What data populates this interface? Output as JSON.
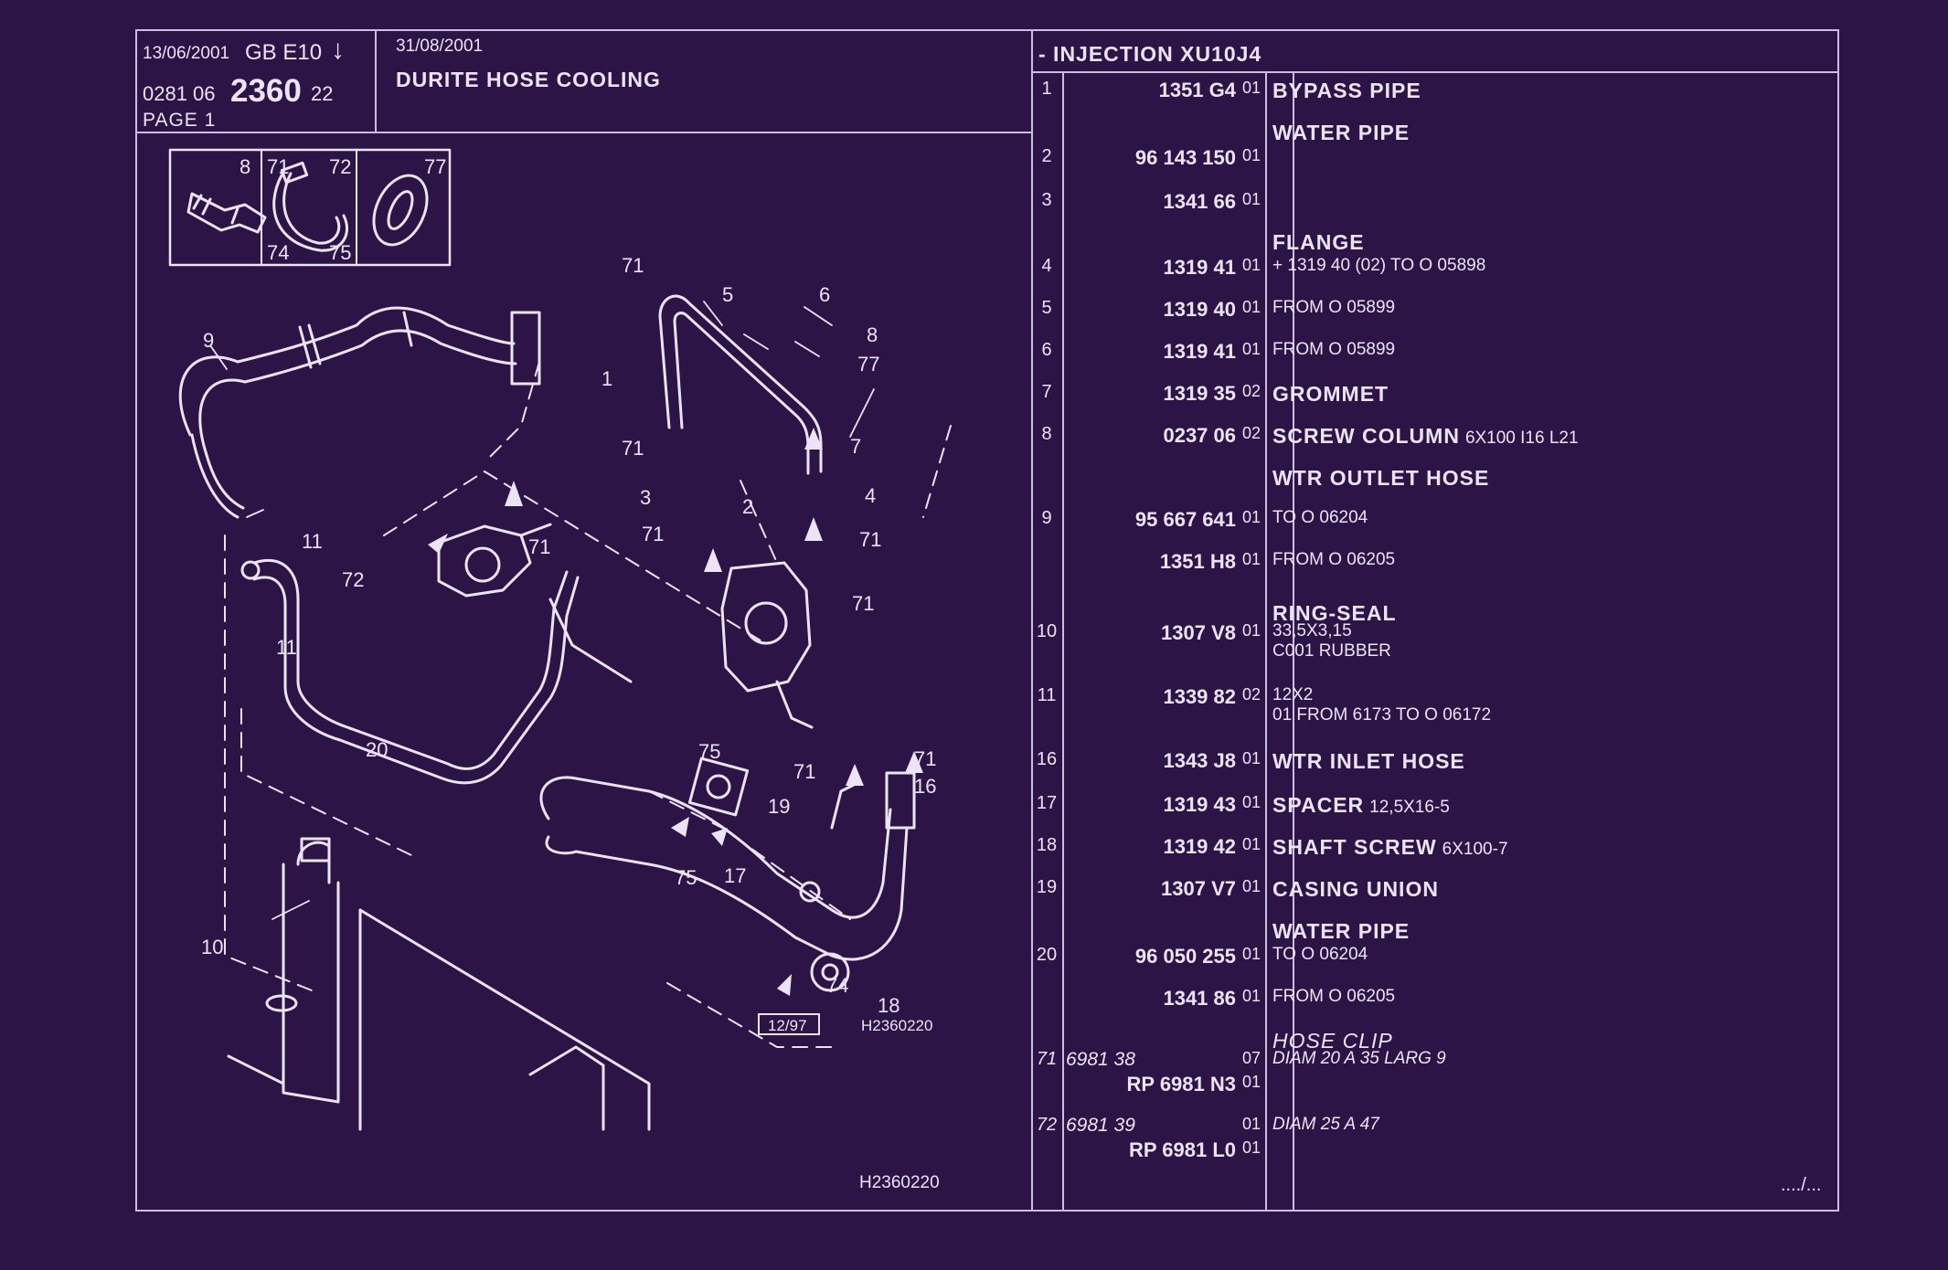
{
  "header": {
    "date": "13/06/2001",
    "market": "GB  E10",
    "arrow": "↓",
    "ref_prefix": "0281  06",
    "ref_main": "2360",
    "ref_suffix": "22",
    "page": "PAGE 1",
    "edition_date": "31/08/2001",
    "title": "DURITE HOSE COOLING",
    "section": "- INJECTION XU10J4"
  },
  "diagram": {
    "inset_labels": [
      "8",
      "71",
      "72",
      "74",
      "75",
      "77"
    ],
    "callouts": [
      "1",
      "2",
      "3",
      "4",
      "5",
      "6",
      "7",
      "8",
      "9",
      "10",
      "11",
      "11",
      "16",
      "17",
      "18",
      "19",
      "20",
      "71",
      "71",
      "71",
      "71",
      "71",
      "71",
      "71",
      "71",
      "72",
      "74",
      "75",
      "75",
      "77"
    ],
    "revision": "12/97",
    "drawing_code": "H2360220"
  },
  "parts": [
    {
      "line": "1",
      "ref": "1351 G4",
      "qty": "01",
      "desc": "BYPASS PIPE"
    },
    {
      "line": "",
      "ref": "",
      "qty": "",
      "desc": "WATER PIPE"
    },
    {
      "line": "2",
      "ref": "96 143 150",
      "qty": "01"
    },
    {
      "line": "3",
      "ref": "1341 66",
      "qty": "01"
    },
    {
      "line": "",
      "ref": "",
      "qty": "",
      "desc": "FLANGE"
    },
    {
      "line": "4",
      "ref": "1319 41",
      "qty": "01",
      "note": "+ 1319 40 (02) TO O 05898"
    },
    {
      "line": "5",
      "ref": "1319 40",
      "qty": "01",
      "note": "FROM O 05899"
    },
    {
      "line": "6",
      "ref": "1319 41",
      "qty": "01",
      "note": "FROM O 05899"
    },
    {
      "line": "7",
      "ref": "1319 35",
      "qty": "02",
      "desc": "GROMMET"
    },
    {
      "line": "8",
      "ref": "0237 06",
      "qty": "02",
      "desc": "SCREW COLUMN",
      "spec": "6X100 I16 L21"
    },
    {
      "line": "",
      "ref": "",
      "qty": "",
      "desc": "WTR OUTLET HOSE"
    },
    {
      "line": "9",
      "ref": "95 667 641",
      "qty": "01",
      "note": "TO O 06204"
    },
    {
      "line": "",
      "ref": "1351 H8",
      "qty": "01",
      "note": "FROM O 06205"
    },
    {
      "line": "",
      "ref": "",
      "qty": "",
      "desc": "RING-SEAL"
    },
    {
      "line": "10",
      "ref": "1307 V8",
      "qty": "01",
      "note": "33,5X3,15"
    },
    {
      "line": "",
      "ref": "",
      "qty": "",
      "note": "C001 RUBBER"
    },
    {
      "line": "11",
      "ref": "1339 82",
      "qty": "02",
      "note": "12X2"
    },
    {
      "line": "",
      "ref": "",
      "qty": "",
      "note": "01 FROM 6173 TO O 06172"
    },
    {
      "line": "16",
      "ref": "1343 J8",
      "qty": "01",
      "desc": "WTR INLET HOSE"
    },
    {
      "line": "17",
      "ref": "1319 43",
      "qty": "01",
      "desc": "SPACER",
      "spec": "12,5X16-5"
    },
    {
      "line": "18",
      "ref": "1319 42",
      "qty": "01",
      "desc": "SHAFT SCREW",
      "spec": "6X100-7"
    },
    {
      "line": "19",
      "ref": "1307 V7",
      "qty": "01",
      "desc": "CASING UNION"
    },
    {
      "line": "",
      "ref": "",
      "qty": "",
      "desc": "WATER PIPE"
    },
    {
      "line": "20",
      "ref": "96 050 255",
      "qty": "01",
      "note": "TO O 06204"
    },
    {
      "line": "",
      "ref": "1341 86",
      "qty": "01",
      "note": "FROM O 06205"
    },
    {
      "line": "",
      "ref": "",
      "qty": "",
      "desc": "HOSE CLIP",
      "italic": true
    },
    {
      "line": "71",
      "alt": "6981 38",
      "ref": "",
      "qty": "07",
      "note": "DIAM 20 A 35 LARG 9",
      "italic": true
    },
    {
      "line": "",
      "ref": "RP  6981 N3",
      "qty": "01"
    },
    {
      "line": "72",
      "alt": "6981 39",
      "ref": "",
      "qty": "01",
      "note": "DIAM 25 A 47",
      "italic": true
    },
    {
      "line": "",
      "ref": "RP  6981 L0",
      "qty": "01"
    }
  ],
  "footer": {
    "drawing_code": "H2360220",
    "continued": "..../..."
  },
  "colors": {
    "background": "#2d1446",
    "ink": "#ece4f6",
    "rule": "#cdbde2"
  }
}
